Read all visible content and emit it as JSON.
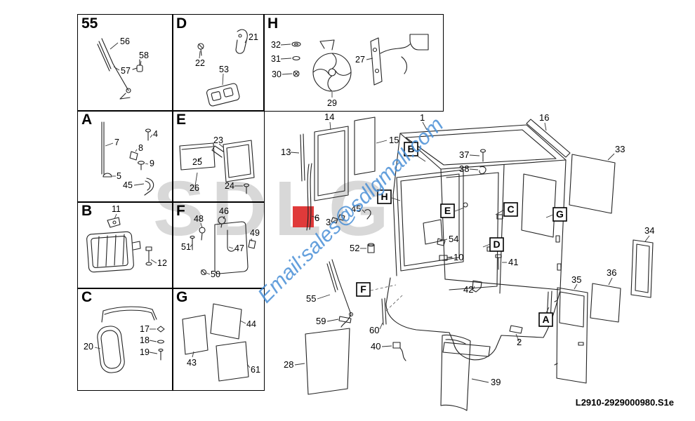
{
  "doc": {
    "drawing_code": "L2910-2929000980.S1e",
    "brand_watermark": "SDLG",
    "email_watermark": "Email:sales@sdlgmall.com"
  },
  "legend_boxes": [
    {
      "id": "55",
      "part_labels": [
        "56",
        "57",
        "58"
      ]
    },
    {
      "id": "D",
      "part_labels": [
        "21",
        "22",
        "53"
      ]
    },
    {
      "id": "H",
      "part_labels": [
        "32",
        "31",
        "30",
        "29",
        "27"
      ]
    },
    {
      "id": "A",
      "part_labels": [
        "7",
        "8",
        "4",
        "9",
        "5",
        "45"
      ]
    },
    {
      "id": "E",
      "part_labels": [
        "23",
        "25",
        "26",
        "24"
      ]
    },
    {
      "id": "B",
      "part_labels": [
        "11",
        "12"
      ]
    },
    {
      "id": "F",
      "part_labels": [
        "48",
        "46",
        "51",
        "47",
        "49",
        "50"
      ]
    },
    {
      "id": "C",
      "part_labels": [
        "17",
        "18",
        "19",
        "20"
      ]
    },
    {
      "id": "G",
      "part_labels": [
        "44",
        "43",
        "61"
      ]
    }
  ],
  "main_diagram": {
    "callouts": [
      "1",
      "2",
      "3",
      "6",
      "10",
      "13",
      "14",
      "15",
      "16",
      "28",
      "33",
      "34",
      "35",
      "36",
      "37",
      "38",
      "39",
      "40",
      "41",
      "42",
      "45",
      "52",
      "54",
      "55",
      "59",
      "60"
    ],
    "ref_letters": [
      "A",
      "B",
      "C",
      "D",
      "E",
      "F",
      "G",
      "H"
    ]
  }
}
